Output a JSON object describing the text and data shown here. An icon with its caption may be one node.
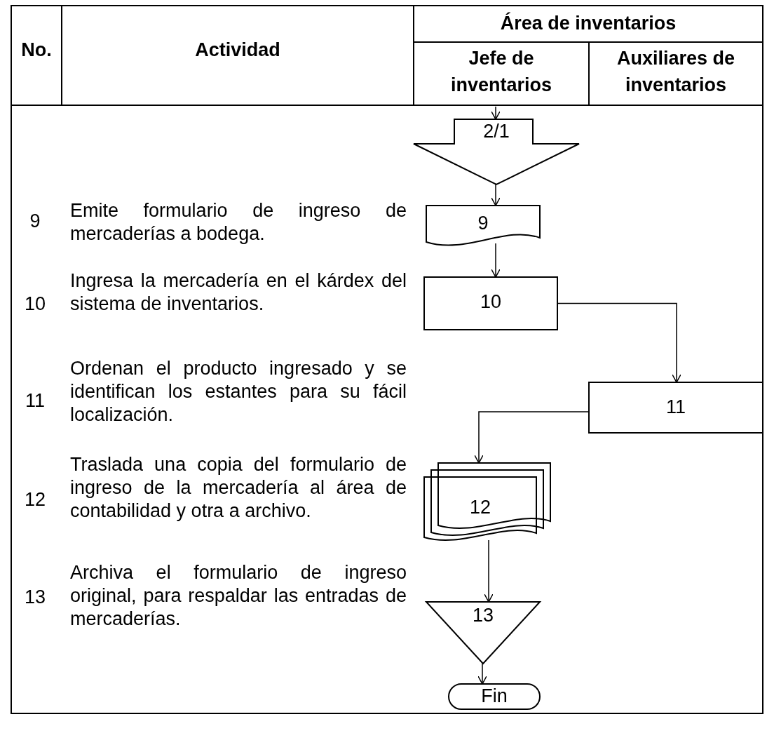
{
  "diagram": {
    "nodes": [
      {
        "text": [
          "2/1"
        ]
      },
      {
        "text": [
          "9"
        ]
      },
      {
        "text": [
          "10"
        ]
      },
      {
        "text": [
          "11"
        ]
      },
      {
        "text": [
          "12"
        ]
      },
      {
        "text": [
          "13"
        ]
      },
      {
        "text": [
          "Fin"
        ]
      }
    ],
    "edges": [
      {
        "from": null,
        "to": 0,
        "arrow": "to"
      },
      {
        "from": 0,
        "to": 1,
        "arrow": "to"
      },
      {
        "from": 1,
        "to": 2,
        "arrow": "to"
      },
      {
        "from": 2,
        "to": 3,
        "arrow": "to"
      },
      {
        "from": 3,
        "to": 4,
        "arrow": "to"
      },
      {
        "from": 4,
        "to": 5,
        "arrow": "to"
      },
      {
        "from": 5,
        "to": 6,
        "arrow": "to"
      }
    ],
    "labels": [
      "No.",
      "Actividad",
      "Área de inventarios",
      "Jefe de inventarios",
      "Auxiliares de inventarios",
      "9",
      "Emite formulario de ingreso de mercaderías a bodega.",
      "10",
      "Ingresa la mercadería en el kárdex del sistema de inventarios.",
      "11",
      "Ordenan el producto ingresado y se identifican los estantes para su fácil localización.",
      "12",
      "Traslada una copia del formulario de ingreso de la mercadería al área de contabilidad y otra a archivo.",
      "13",
      "Archiva el formulario de ingreso original, para respaldar las entradas de mercaderías."
    ]
  }
}
